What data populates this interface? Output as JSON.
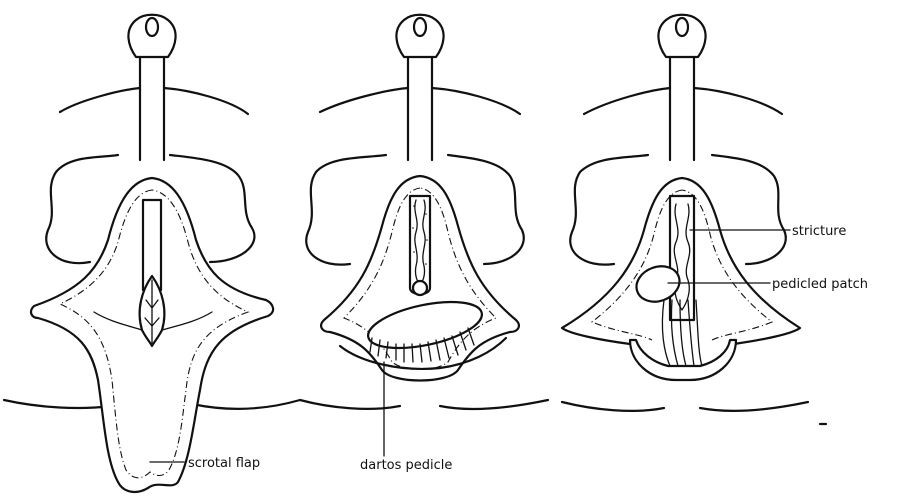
{
  "labels": {
    "scrotal_flap": "scrotal flap",
    "dartos_pedicle": "dartos pedicle",
    "stricture": "stricture",
    "pedicled_patch": "pedicled patch"
  },
  "colors": {
    "ink": "#111111",
    "background": "#ffffff"
  }
}
